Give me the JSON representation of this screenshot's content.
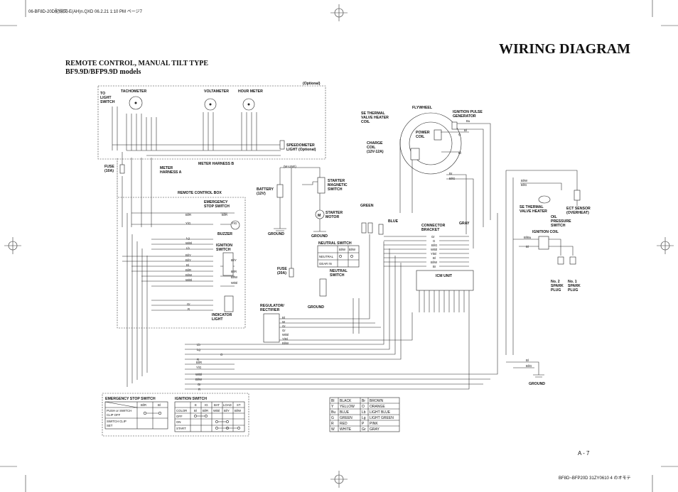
{
  "header_line": "06-BF8D-20D配線図-E(AH)n.QXD  06.2.21  1:10 PM  ページ7",
  "footer_line": "BF8D~BFP20D   31ZY0610   4 のオモテ",
  "page_number": "A - 7",
  "title": "WIRING DIAGRAM",
  "subtitle_1": "REMOTE CONTROL, MANUAL TILT TYPE",
  "subtitle_2": "BF9.9D/BFP9.9D models",
  "labels": {
    "optional": "(Optional)",
    "to_light_switch": [
      "TO",
      "LIGHT",
      "SWITCH"
    ],
    "tachometer": "TACHOMETER",
    "voltameter": "VOLTAMETER",
    "hour_meter": "HOUR METER",
    "speedometer_light": [
      "SPEEDOMETER",
      "LIGHT (Optional)"
    ],
    "fuse_10a": [
      "FUSE",
      "(10A)"
    ],
    "meter_harness_a": [
      "METER",
      "HARNESS A"
    ],
    "meter_harness_b": "METER HARNESS B",
    "remote_control_box": "REMOTE CONTROL BOX",
    "emergency_stop_switch": [
      "EMERGENCY",
      "STOP SWITCH"
    ],
    "buzzer": "BUZZER",
    "ignition_switch": [
      "IGNITION",
      "SWITCH"
    ],
    "indicator_light": [
      "INDICATOR",
      "LIGHT"
    ],
    "battery": [
      "BATTERY",
      "(12V)"
    ],
    "w_line": "(W-LINE)",
    "starter_magnetic_switch": [
      "STARTER",
      "MAGNETIC",
      "SWITCH"
    ],
    "starter_motor": [
      "STARTER",
      "MOTOR"
    ],
    "ground": "GROUND",
    "neutral_switch_box": "NEUTRAL SWITCH",
    "neutral": "NEUTRAL",
    "gear_in": "GEAR IN",
    "neutral_switch": [
      "NEUTRAL",
      "SWITCH"
    ],
    "fuse_20a": [
      "FUSE",
      "(20A)"
    ],
    "regulator_rectifier": [
      "REGULATOR/",
      "RECTIFIER"
    ],
    "se_thermal_valve_heater_coil": [
      "SE THERMAL",
      "VALVE HEATER",
      "COIL"
    ],
    "flywheel": "FLYWHEEL",
    "ignition_pulse_generator": [
      "IGNITION PULSE",
      "GENERATOR"
    ],
    "power_coil": [
      "POWER",
      "COIL"
    ],
    "charge_coil": [
      "CHARGE",
      "COIL",
      "(12V-12A)"
    ],
    "green": "GREEN",
    "blue": "BLUE",
    "gray": "GRAY",
    "connector_bracket": [
      "CONNECTOR",
      "BRACKET"
    ],
    "icm_unit": "ICM UNIT",
    "se_thermal_valve_heater": [
      "SE THERMAL",
      "VALVE HEATER"
    ],
    "ect_sensor": [
      "ECT SENSOR",
      "(OVERHEAT)"
    ],
    "oil_pressure_switch": [
      "OIL",
      "PRESSURE",
      "SWITCH"
    ],
    "ignition_coil": "IGNITION COIL",
    "no2_spark_plug": [
      "No. 2",
      "SPARK",
      "PLUG"
    ],
    "no1_spark_plug": [
      "No. 1",
      "SPARK",
      "PLUG"
    ]
  },
  "estop_table": {
    "title": "EMERGENCY STOP SWITCH",
    "columns": [
      "Bl/R",
      "Bl"
    ],
    "rows": [
      "PUSH or SWITCH",
      "CLIP OFF",
      "SWITCH CLIP",
      "SET"
    ]
  },
  "ign_table": {
    "title": "IGNITION SWITCH",
    "columns": [
      "E",
      "IG",
      "BAT",
      "LOAD",
      "ST"
    ],
    "colors": [
      "COLOR",
      "Bl",
      "Bl/R",
      "W/Bl",
      "Bl/Y",
      "Bl/W"
    ],
    "rows": [
      "OFF",
      "ON",
      "START"
    ]
  },
  "neutral_table": {
    "columns": [
      "Bl/W",
      "Bl/W"
    ]
  },
  "color_legend": [
    [
      "Bl",
      "BLACK",
      "Br",
      "BROWN"
    ],
    [
      "Y",
      "YELLOW",
      "O",
      "ORANGE"
    ],
    [
      "Bu",
      "BLUE",
      "Lb",
      "LIGHT BLUE"
    ],
    [
      "G",
      "GREEN",
      "Lg",
      "LIGHT GREEN"
    ],
    [
      "R",
      "RED",
      "P",
      "PINK"
    ],
    [
      "W",
      "WHITE",
      "Gr",
      "GRAY"
    ]
  ],
  "wire_codes": {
    "rc_left": [
      "Bl/R",
      "Y/G",
      "Lg",
      "W/Bl",
      "Lb",
      "Bl/Y",
      "Bl/Y",
      "Bl",
      "Bl/R",
      "Bl/W",
      "W/Bl",
      "Gr",
      "R"
    ],
    "rc_right": [
      "Bl/R",
      "Y/G",
      "Bl/Y",
      "Bl/Y",
      "Bl/R",
      "Bl/W",
      "W/Bl"
    ],
    "reg_rect": [
      "Bl",
      "W",
      "Gr",
      "Gr",
      "W/Bl",
      "Y/Bl",
      "Bl/W"
    ],
    "bottom_a": [
      "Lb",
      "Lg",
      "O",
      "R",
      "Bl/R",
      "Y/G"
    ],
    "bottom_b": [
      "W/Bl",
      "Bl/W",
      "Gr",
      "R"
    ],
    "connector": [
      "Gr",
      "G",
      "Bl/G",
      "W/Bl",
      "Y/Bl",
      "Bl",
      "Bl/W",
      "Br"
    ],
    "misc": [
      "Bl/W",
      "Bl/G",
      "Bl/Bu",
      "Bl",
      "Bu",
      "G",
      "Br",
      "W",
      "R/W",
      "Bl/Y",
      "Y"
    ]
  }
}
